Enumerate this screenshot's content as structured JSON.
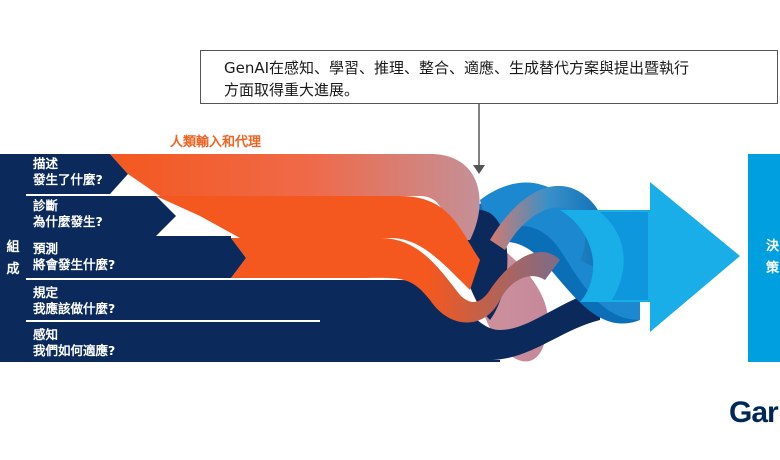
{
  "callout": {
    "line1": "GenAI在感知、學習、推理、整合、適應、生成替代方案與提出暨執行",
    "line2": "方面取得重大進展。"
  },
  "human_input_label": "人類輸入和代理",
  "side_label": [
    "組",
    "成"
  ],
  "rows": [
    {
      "line1": "描述",
      "line2": "發生了什麼?"
    },
    {
      "line1": "診斷",
      "line2": "為什麼發生?"
    },
    {
      "line1": "預測",
      "line2": "將會發生什麼?"
    },
    {
      "line1": "規定",
      "line2": "我應該做什麼?"
    },
    {
      "line1": "感知",
      "line2": "我們如何適應?"
    }
  ],
  "decision_label": [
    "決",
    "策"
  ],
  "logo_text": "Gar",
  "colors": {
    "navy": "#0b2a5b",
    "orange": "#f4581e",
    "blue": "#0078c1",
    "light_blue": "#19aee8",
    "pink": "#c9888e"
  }
}
